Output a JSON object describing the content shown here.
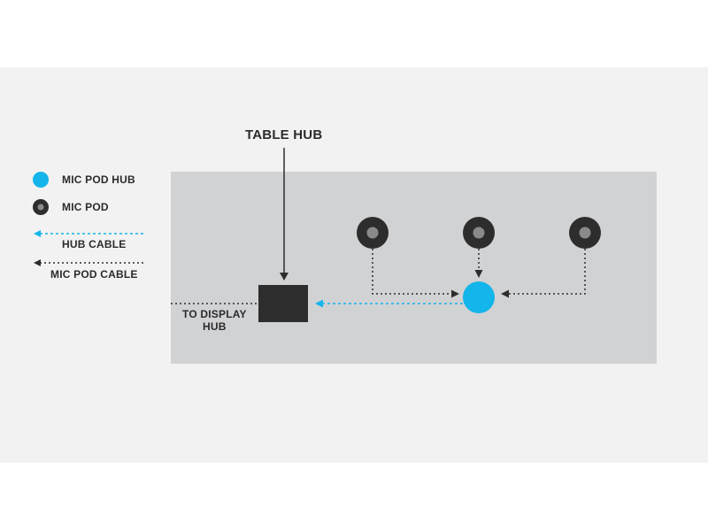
{
  "title": "TABLE HUB",
  "legend": {
    "mic_pod_hub": "MIC POD HUB",
    "mic_pod": "MIC POD",
    "hub_cable": "HUB CABLE",
    "mic_pod_cable": "MIC POD CABLE"
  },
  "display_label_line1": "TO DISPLAY",
  "display_label_line2": "HUB",
  "colors": {
    "hub_blue": "#13b5ea",
    "pod_dark": "#2d2d2d",
    "pod_center": "#8a8a8a",
    "table_hub": "#2d2d2d",
    "table_surface": "#d1d2d4",
    "background": "#f2f2f2"
  }
}
